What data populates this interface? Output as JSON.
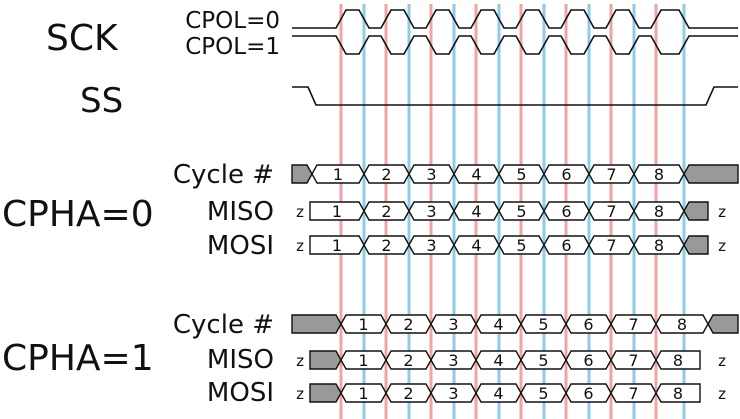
{
  "clock": {
    "label": "SCK",
    "cpol0_label": "CPOL=0",
    "cpol1_label": "CPOL=1"
  },
  "select": {
    "label": "SS"
  },
  "cpha0": {
    "mode_label": "CPHA=0",
    "cycle_label": "Cycle #",
    "miso_label": "MISO",
    "mosi_label": "MOSI",
    "cycles": [
      "1",
      "2",
      "3",
      "4",
      "5",
      "6",
      "7",
      "8"
    ],
    "miso": [
      "z",
      "1",
      "2",
      "3",
      "4",
      "5",
      "6",
      "7",
      "8",
      "z"
    ],
    "mosi": [
      "z",
      "1",
      "2",
      "3",
      "4",
      "5",
      "6",
      "7",
      "8",
      "z"
    ]
  },
  "cpha1": {
    "mode_label": "CPHA=1",
    "cycle_label": "Cycle #",
    "miso_label": "MISO",
    "mosi_label": "MOSI",
    "cycles": [
      "1",
      "2",
      "3",
      "4",
      "5",
      "6",
      "7",
      "8"
    ],
    "miso": [
      "z",
      "1",
      "2",
      "3",
      "4",
      "5",
      "6",
      "7",
      "8",
      "z"
    ],
    "mosi": [
      "z",
      "1",
      "2",
      "3",
      "4",
      "5",
      "6",
      "7",
      "8",
      "z"
    ]
  },
  "colors": {
    "sampling_edge": "#f2a4a4",
    "shifting_edge": "#8ecbe8",
    "undefined_fill": "#999999",
    "signal_stroke": "#111111"
  }
}
